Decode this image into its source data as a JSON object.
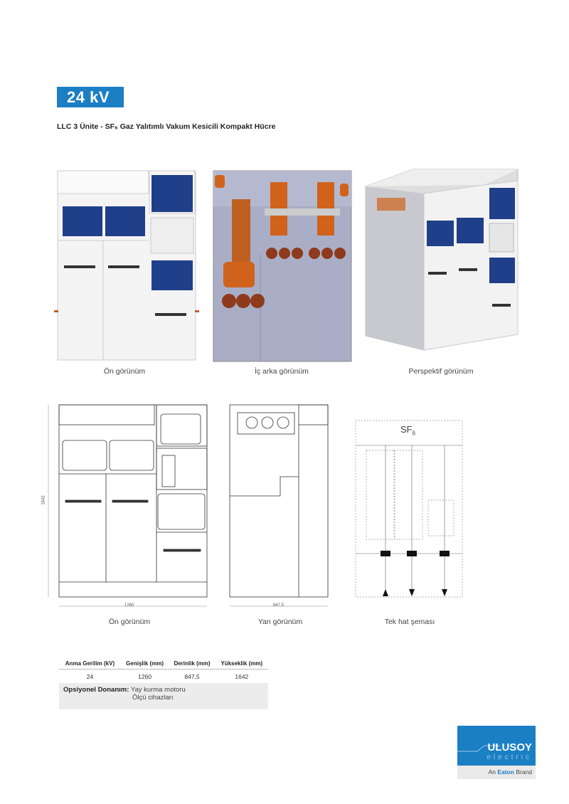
{
  "header": {
    "voltage_badge": "24 kV",
    "subtitle": "LLC 3 Ünite - SF₆ Gaz Yalıtımlı Vakum Kesicili Kompakt Hücre"
  },
  "photos": [
    {
      "caption": "Ön görünüm"
    },
    {
      "caption": "İç arka görünüm"
    },
    {
      "caption": "Perspektif görünüm"
    }
  ],
  "drawings": {
    "front": {
      "caption": "Ön görünüm",
      "width_label": "1260",
      "height_label": "1642"
    },
    "side": {
      "caption": "Yan görünüm",
      "depth_label": "847,5"
    },
    "single_line": {
      "caption": "Tek hat şeması",
      "gas_label": "SF",
      "gas_sub": "6"
    }
  },
  "spec_table": {
    "headers": [
      "Anma Gerilim (kV)",
      "Genişlik (mm)",
      "Derinlik (mm)",
      "Yükseklik (mm)"
    ],
    "row": [
      "24",
      "1260",
      "847,5",
      "1642"
    ],
    "optional_label": "Opsiyonel Donanım:",
    "optional_items": [
      "Yay kurma motoru",
      "Ölçü cihazları"
    ]
  },
  "logo": {
    "brand": "ULUSOY",
    "sub": "electric",
    "tagline_pre": "An ",
    "tagline_brand": "Eaton",
    "tagline_post": " Brand"
  },
  "colors": {
    "accent": "#1b7fc4",
    "panel_blue": "#1f3f8a",
    "copper": "#d0621c"
  }
}
